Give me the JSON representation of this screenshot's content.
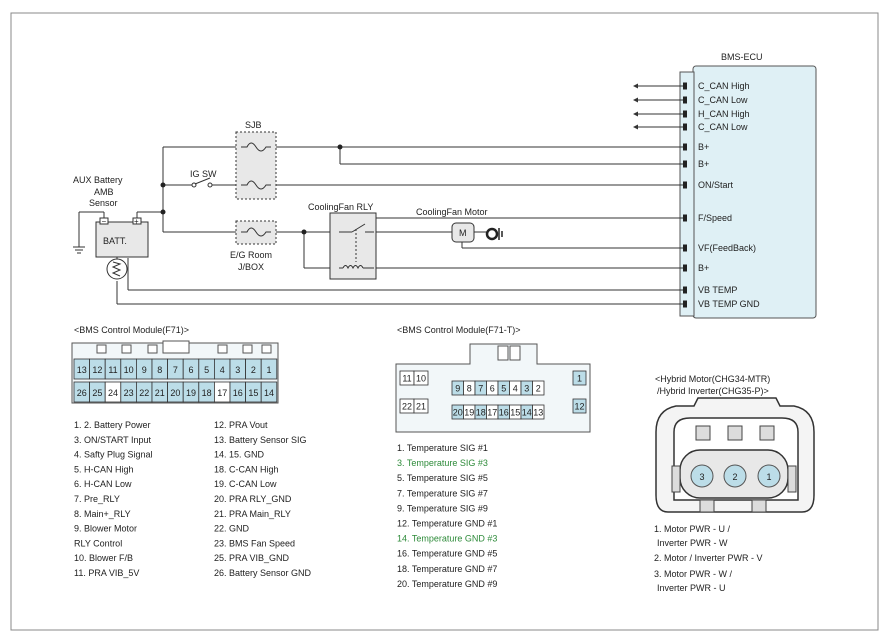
{
  "ecu": {
    "title": "BMS-ECU",
    "pins": [
      "C_CAN High",
      "C_CAN Low",
      "H_CAN High",
      "C_CAN Low",
      "B+",
      "B+",
      "ON/Start",
      "F/Speed",
      "VF(FeedBack)",
      "B+",
      "VB TEMP",
      "VB TEMP GND"
    ]
  },
  "labels": {
    "sjb": "SJB",
    "ig_sw": "IG SW",
    "aux_battery": [
      "AUX Battery",
      "AMB",
      "Sensor"
    ],
    "batt": "BATT.",
    "eg_room": [
      "E/G Room",
      "J/BOX"
    ],
    "fan_rly": "CoolingFan RLY",
    "fan_motor": "CoolingFan Motor",
    "motor_symbol": "M",
    "minus": "−",
    "plus": "+"
  },
  "f71": {
    "title": "<BMS Control Module(F71)>",
    "row1": [
      "13",
      "12",
      "11",
      "10",
      "9",
      "8",
      "7",
      "6",
      "5",
      "4",
      "3",
      "2",
      "1"
    ],
    "row2": [
      "26",
      "25",
      "24",
      "23",
      "22",
      "21",
      "20",
      "19",
      "18",
      "17",
      "16",
      "15",
      "14"
    ],
    "left": [
      "1. 2. Battery Power",
      "3. ON/START Input",
      "4. Safty Plug Signal",
      "5. H-CAN High",
      "6. H-CAN Low",
      "7. Pre_RLY",
      "8. Main+_RLY",
      "9. Blower Motor",
      "RLY Control",
      "10. Blower F/B",
      "11. PRA VIB_5V"
    ],
    "right": [
      "12. PRA Vout",
      "13. Battery Sensor SIG",
      "14. 15. GND",
      "18. C-CAN High",
      "19. C-CAN Low",
      "20. PRA RLY_GND",
      "21. PRA Main_RLY",
      "22. GND",
      "23. BMS Fan Speed",
      "25. PRA VIB_GND",
      "26. Battery Sensor GND"
    ]
  },
  "f71t": {
    "title": "<BMS Control Module(F71-T)>",
    "row1": [
      "9",
      "8",
      "7",
      "6",
      "5",
      "4",
      "3",
      "2"
    ],
    "row2": [
      "20",
      "19",
      "18",
      "17",
      "16",
      "15",
      "14",
      "13"
    ],
    "side_top": [
      "11",
      "10"
    ],
    "side_bottom": [
      "22",
      "21"
    ],
    "right_top": "1",
    "right_bottom": "12",
    "pins": [
      "1. Temperature SIG #1",
      "3. Temperature SIG #3",
      "5. Temperature SIG #5",
      "7. Temperature SIG #7",
      "9. Temperature SIG #9",
      "12. Temperature GND #1",
      "14. Temperature GND #3",
      "16. Temperature GND #5",
      "18. Temperature GND #7",
      "20. Temperature GND #9"
    ],
    "highlight_color": "#2e8b3a"
  },
  "hybrid": {
    "title": [
      "<Hybrid Motor(CHG34-MTR)",
      "/Hybrid Inverter(CHG35-P)>"
    ],
    "pins": [
      "3",
      "2",
      "1"
    ],
    "notes": [
      "1. Motor PWR - U /",
      "Inverter PWR - W",
      "2. Motor / Inverter PWR - V",
      "3. Motor PWR - W /",
      "Inverter PWR - U"
    ]
  },
  "colors": {
    "connector_fill": "#bcdde8",
    "ecu_fill": "#dff0f5"
  }
}
